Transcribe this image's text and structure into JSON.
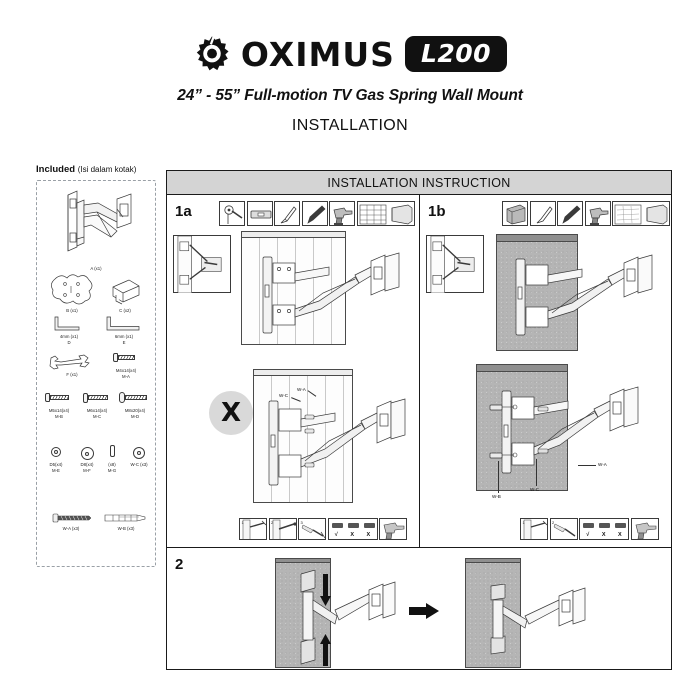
{
  "header": {
    "brand": "OXIMUS",
    "model": "L200",
    "subtitle": "24” - 55” Full-motion TV Gas Spring Wall Mount",
    "section": "INSTALLATION",
    "logo_icon": "gear-logo-icon"
  },
  "parts_panel": {
    "heading": "Included",
    "heading_sub": "(Isi dalam kotak)",
    "items": [
      {
        "id": "A",
        "label": "A (x1)",
        "sub": "",
        "icon": "wall-mount-arm-icon"
      },
      {
        "id": "B",
        "label": "B (x1)",
        "sub": "",
        "icon": "vesa-plate-icon"
      },
      {
        "id": "C",
        "label": "C (x2)",
        "sub": "",
        "icon": "bracket-clamp-icon"
      },
      {
        "id": "D",
        "label": "4mm (x1)",
        "sub": "D",
        "icon": "allen-key-icon"
      },
      {
        "id": "E",
        "label": "6mm (x1)",
        "sub": "E",
        "icon": "allen-key-icon"
      },
      {
        "id": "F",
        "label": "F (x1)",
        "sub": "",
        "icon": "open-wrench-icon"
      },
      {
        "id": "M-A",
        "label": "M4x14(x4)",
        "sub": "M-A",
        "icon": "screw-icon"
      },
      {
        "id": "M-B",
        "label": "M5x14(x4)",
        "sub": "M-B",
        "icon": "screw-icon"
      },
      {
        "id": "M-C",
        "label": "M6x14(x4)",
        "sub": "M-C",
        "icon": "screw-icon"
      },
      {
        "id": "M-D",
        "label": "M8x20(x4)",
        "sub": "M-D",
        "icon": "screw-icon"
      },
      {
        "id": "M-E",
        "label": "D5(x4)",
        "sub": "M-E",
        "icon": "washer-icon"
      },
      {
        "id": "M-F",
        "label": "D8(x4)",
        "sub": "M-F",
        "icon": "washer-icon"
      },
      {
        "id": "M-G",
        "label": "(x8)",
        "sub": "M-G",
        "icon": "spacer-icon"
      },
      {
        "id": "W-C",
        "label": "W-C (x3)",
        "sub": "",
        "icon": "washer-icon"
      },
      {
        "id": "W-A",
        "label": "W-A (x3)",
        "sub": "",
        "icon": "lag-bolt-icon"
      },
      {
        "id": "W-B",
        "label": "W-B (x3)",
        "sub": "",
        "icon": "wall-anchor-icon"
      }
    ]
  },
  "instruction": {
    "title": "INSTALLATION INSTRUCTION",
    "steps": [
      {
        "number": "1a",
        "wall_type": "wood-stud-wall",
        "tools": [
          "tape-measure-icon",
          "level-icon",
          "screwdriver-icon",
          "pencil-icon",
          "drill-icon",
          "wall-section-icon"
        ],
        "callouts": [
          "W-C",
          "W-A"
        ],
        "prohibition": "X",
        "mini_panels": [
          {
            "step": "1",
            "icon": "drill-hole-icon",
            "marks": []
          },
          {
            "step": "2",
            "icon": "insert-screw-icon",
            "marks": []
          },
          {
            "step": "3",
            "icon": "tighten-screw-icon",
            "marks": []
          },
          {
            "step": "",
            "icon": "plug-check-icon",
            "marks": [
              "√",
              "X",
              "X"
            ]
          },
          {
            "step": "",
            "icon": "drill-tool-icon",
            "marks": []
          }
        ]
      },
      {
        "number": "1b",
        "wall_type": "concrete-wall",
        "tools": [
          "concrete-block-icon",
          "screwdriver-icon",
          "pencil-icon",
          "drill-icon",
          "wall-section-icon"
        ],
        "callouts": [
          "W-A",
          "W-B",
          "W-C"
        ],
        "mini_panels": [
          {
            "step": "1",
            "icon": "drill-hole-icon",
            "marks": []
          },
          {
            "step": "2",
            "icon": "insert-anchor-icon",
            "marks": []
          },
          {
            "step": "",
            "icon": "plug-check-icon",
            "marks": [
              "√",
              "X",
              "X"
            ]
          },
          {
            "step": "",
            "icon": "drill-tool-icon",
            "marks": []
          }
        ]
      },
      {
        "number": "2",
        "wall_type": "concrete-wall",
        "tools": [],
        "arrows": [
          "down-arrow",
          "up-arrow",
          "right-arrow"
        ],
        "mini_panels": []
      }
    ]
  },
  "colors": {
    "ink": "#111111",
    "title_bar": "#d4d4d4",
    "concrete": "#b5b5b5",
    "dashed_border": "#9aa0a6"
  }
}
